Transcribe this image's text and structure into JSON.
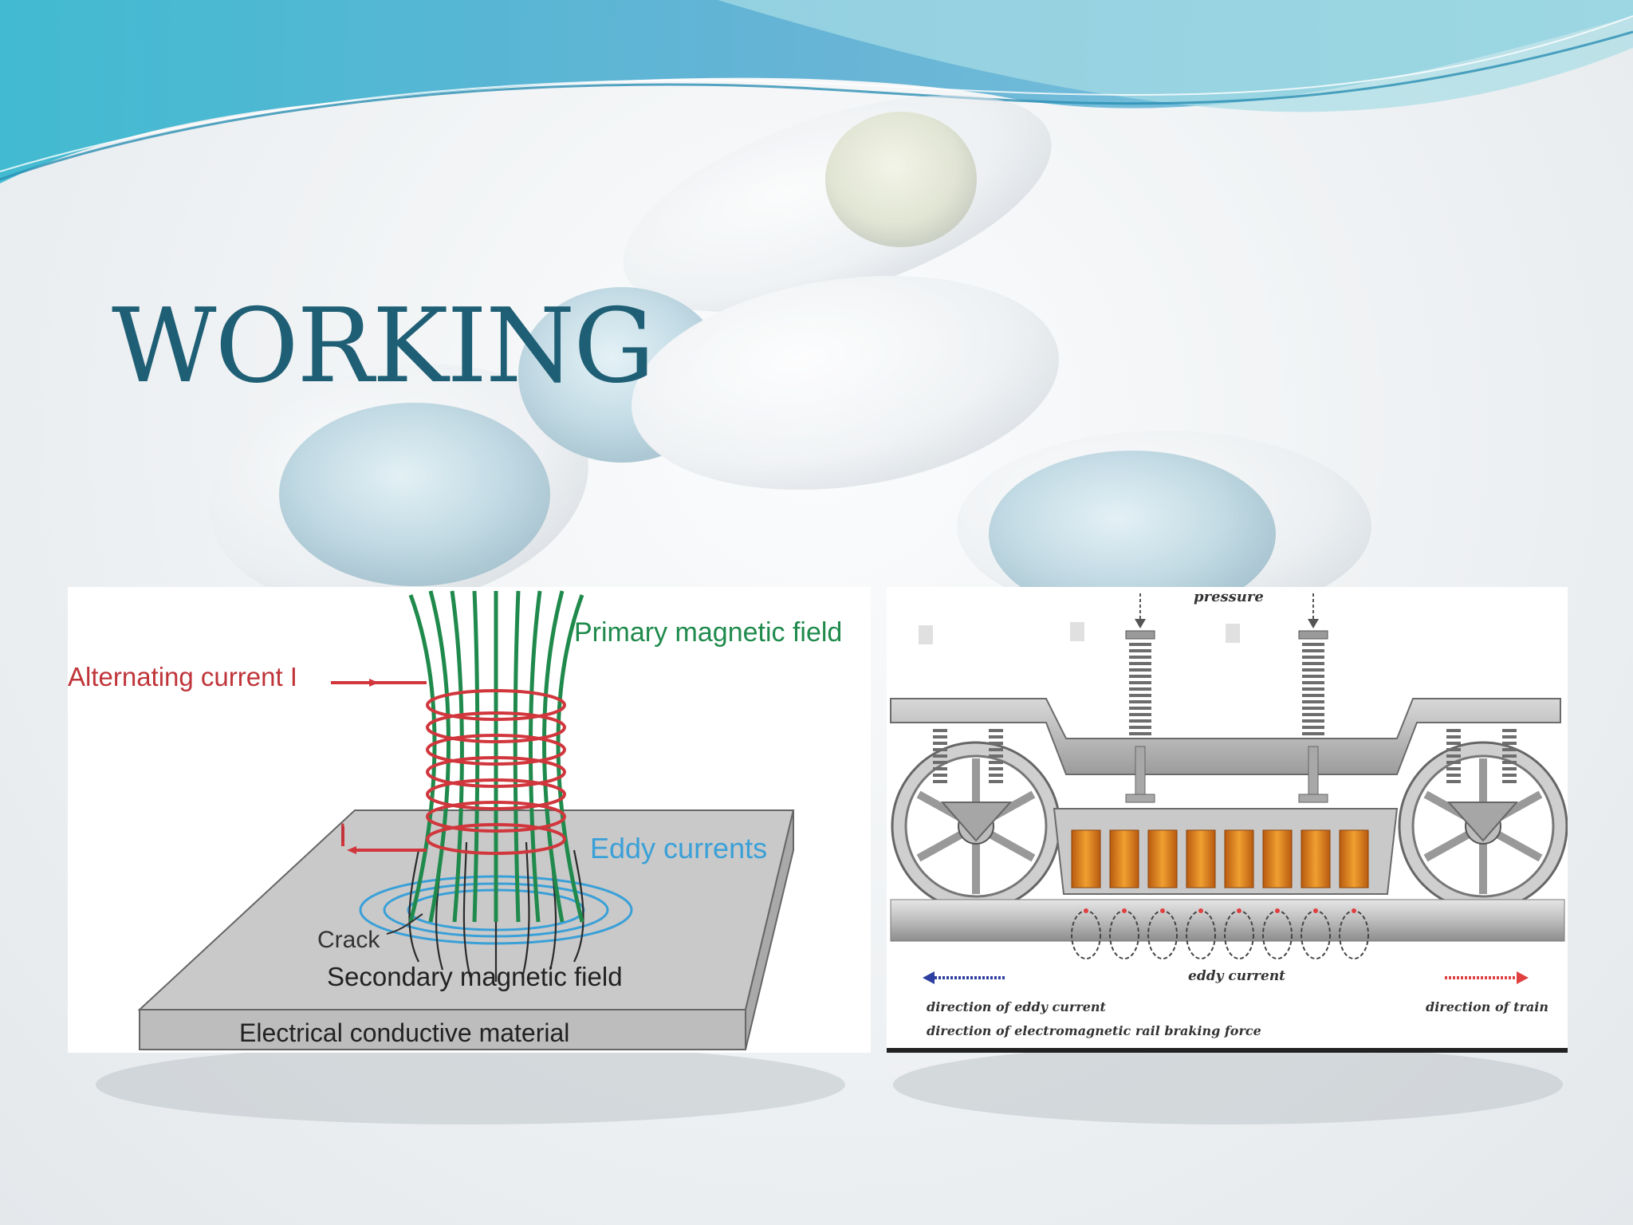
{
  "slide": {
    "title": "WORKING"
  },
  "left_diagram": {
    "labels": {
      "primary_field": "Primary magnetic field",
      "alternating_current": "Alternating current I",
      "eddy_currents": "Eddy currents",
      "crack": "Crack",
      "secondary_field": "Secondary magnetic field",
      "material": "Electrical conductive material",
      "current_return": "I"
    }
  },
  "right_diagram": {
    "labels": {
      "pressure": "pressure",
      "eddy_current": "eddy current",
      "direction_of_eddy_current": "direction of eddy current",
      "direction_of_braking_force": "direction of electromagnetic rail braking force",
      "direction_of_train": "direction of train"
    }
  },
  "colors": {
    "title": "#1f5f75",
    "field_lines": "#1f8a4c",
    "coil": "#d0363c",
    "eddy": "#3aa0d8",
    "coil_blocks": "#d9731a",
    "train_arrow": "#e04040",
    "eddy_arrow": "#2d3fa0"
  }
}
